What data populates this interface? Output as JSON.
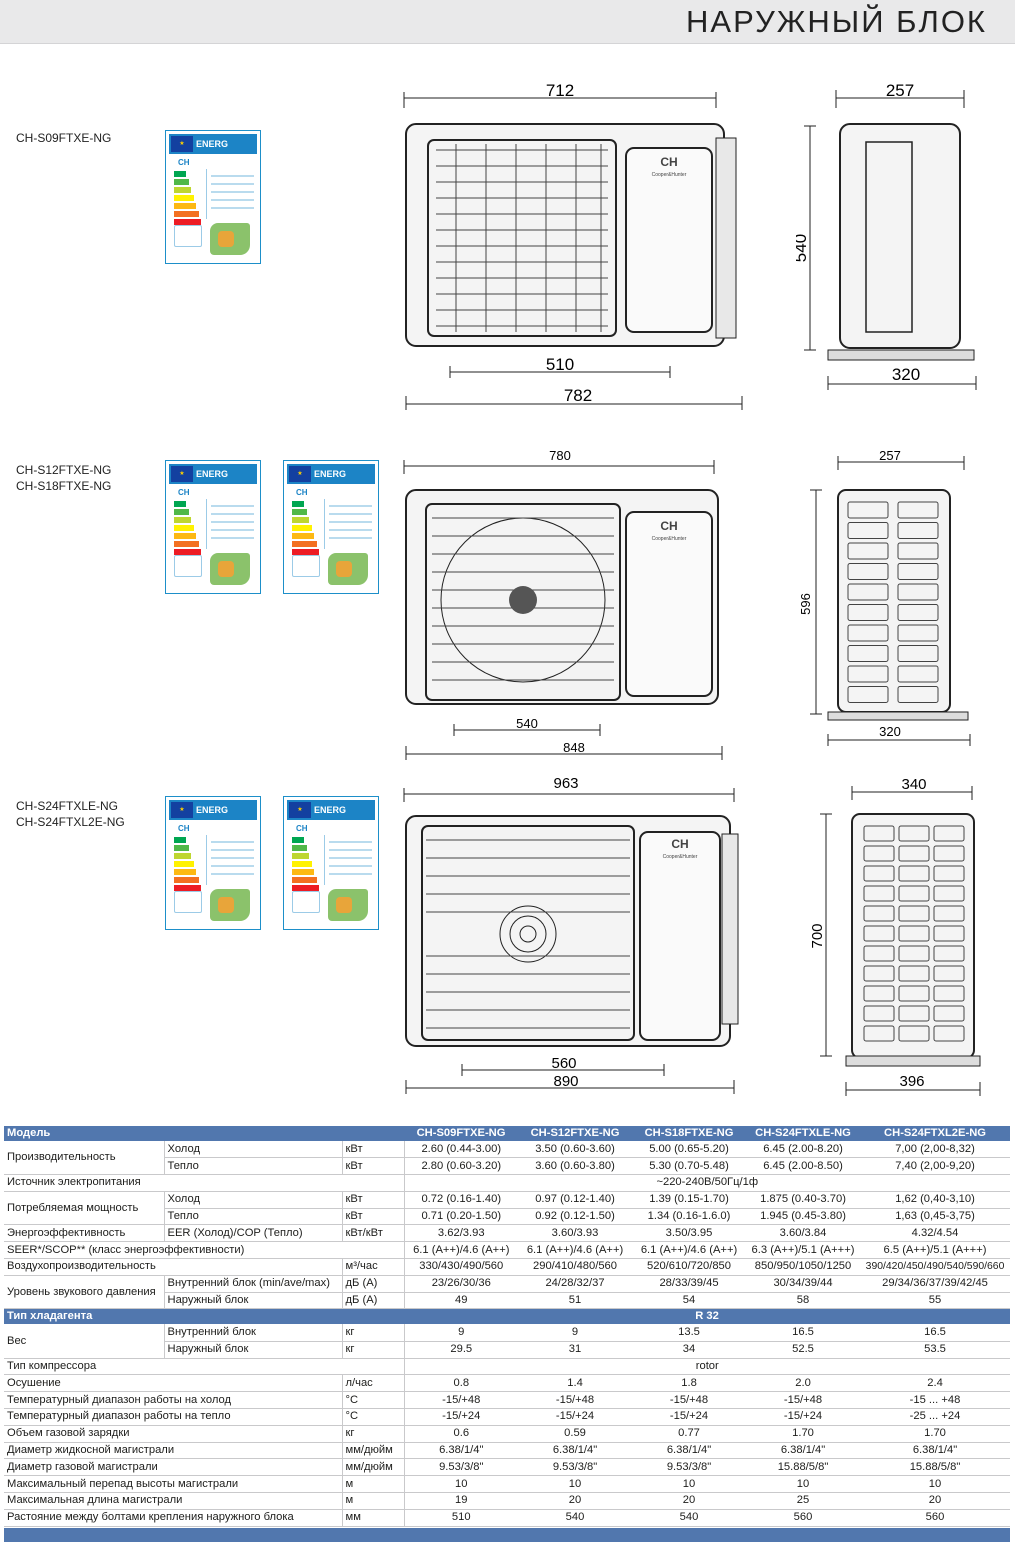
{
  "page": {
    "title": "НАРУЖНЫЙ БЛОК",
    "brand_color": "#5177ae",
    "label_color": "#1c84c6"
  },
  "units": [
    {
      "models": [
        "CH-S09FTXE-NG"
      ],
      "energy_label_count": 1,
      "dims": {
        "width": "712",
        "depth": "257",
        "height": "540",
        "bolt": "510",
        "total": "782",
        "base_depth": "320"
      }
    },
    {
      "models": [
        "CH-S12FTXE-NG",
        "CH-S18FTXE-NG"
      ],
      "energy_label_count": 2,
      "dims": {
        "width": "780",
        "depth": "257",
        "height": "596",
        "bolt": "540",
        "total": "848",
        "base_depth": "320"
      }
    },
    {
      "models": [
        "CH-S24FTXLE-NG",
        "CH-S24FTXL2E-NG"
      ],
      "energy_label_count": 2,
      "dims": {
        "width": "963",
        "depth": "340",
        "height": "700",
        "bolt": "560",
        "total": "890",
        "base_depth": "396"
      }
    }
  ],
  "energy_label": {
    "header": "ENERG",
    "logo": "CH"
  },
  "device_logo": {
    "mark": "CH",
    "sub": "Cooper&Hunter"
  },
  "table": {
    "header": [
      "Модель",
      "CH-S09FTXE-NG",
      "CH-S12FTXE-NG",
      "CH-S18FTXE-NG",
      "CH-S24FTXLE-NG",
      "CH-S24FTXL2E-NG"
    ],
    "cap_label": "Производительность",
    "cap_cold": {
      "sub": "Холод",
      "unit": "кВт",
      "vals": [
        "2.60 (0.44-3.00)",
        "3.50 (0.60-3.60)",
        "5.00 (0.65-5.20)",
        "6.45 (2.00-8.20)",
        "7,00 (2,00-8,32)"
      ]
    },
    "cap_heat": {
      "sub": "Тепло",
      "unit": "кВт",
      "vals": [
        "2.80 (0.60-3.20)",
        "3.60 (0.60-3.80)",
        "5.30 (0.70-5.48)",
        "6.45 (2.00-8.50)",
        "7,40 (2,00-9,20)"
      ]
    },
    "power_source": {
      "label": "Источник электропитания",
      "value": "~220-240В/50Гц/1ф"
    },
    "pwr_label": "Потребляемая мощность",
    "pwr_cold": {
      "sub": "Холод",
      "unit": "кВт",
      "vals": [
        "0.72 (0.16-1.40)",
        "0.97 (0.12-1.40)",
        "1.39 (0.15-1.70)",
        "1.875 (0.40-3.70)",
        "1,62 (0,40-3,10)"
      ]
    },
    "pwr_heat": {
      "sub": "Тепло",
      "unit": "кВт",
      "vals": [
        "0.71 (0.20-1.50)",
        "0.92 (0.12-1.50)",
        "1.34 (0.16-1.6.0)",
        "1.945 (0.45-3.80)",
        "1,63 (0,45-3,75)"
      ]
    },
    "eer": {
      "label": "Энергоэффективность",
      "sub": "EER (Холод)/COP (Тепло)",
      "unit": "кВт/кВт",
      "vals": [
        "3.62/3.93",
        "3.60/3.93",
        "3.50/3.95",
        "3.60/3.84",
        "4.32/4.54"
      ]
    },
    "seer": {
      "label": "SEER*/SCOP** (класс энергоэффективности)",
      "vals": [
        "6.1 (A++)/4.6 (A++)",
        "6.1 (A++)/4.6 (A++)",
        "6.1 (A++)/4.6 (A++)",
        "6.3 (A++)/5.1 (A+++)",
        "6.5 (A++)/5.1 (A+++)"
      ]
    },
    "air": {
      "label": "Воздухопроизводительность",
      "unit": "м³/час",
      "vals": [
        "330/430/490/560",
        "290/410/480/560",
        "520/610/720/850",
        "850/950/1050/1250",
        "390/420/450/490/540/590/660"
      ]
    },
    "snd_label": "Уровень звукового давления",
    "snd_in": {
      "sub": "Внутренний блок (min/ave/max)",
      "unit": "дБ (А)",
      "vals": [
        "23/26/30/36",
        "24/28/32/37",
        "28/33/39/45",
        "30/34/39/44",
        "29/34/36/37/39/42/45"
      ]
    },
    "snd_out": {
      "sub": "Наружный блок",
      "unit": "дБ (А)",
      "vals": [
        "49",
        "51",
        "54",
        "58",
        "55"
      ]
    },
    "refrigerant": {
      "label": "Тип хладагента",
      "value": "R 32"
    },
    "wt_label": "Вес",
    "wt_in": {
      "sub": "Внутренний блок",
      "unit": "кг",
      "vals": [
        "9",
        "9",
        "13.5",
        "16.5",
        "16.5"
      ]
    },
    "wt_out": {
      "sub": "Наружный блок",
      "unit": "кг",
      "vals": [
        "29.5",
        "31",
        "34",
        "52.5",
        "53.5"
      ]
    },
    "compressor": {
      "label": "Тип компрессора",
      "value": "rotor"
    },
    "rows": [
      {
        "label": "Осушение",
        "unit": "л/час",
        "vals": [
          "0.8",
          "1.4",
          "1.8",
          "2.0",
          "2.4"
        ]
      },
      {
        "label": "Температурный диапазон работы на холод",
        "unit": "°С",
        "vals": [
          "-15/+48",
          "-15/+48",
          "-15/+48",
          "-15/+48",
          "-15 ... +48"
        ]
      },
      {
        "label": "Температурный диапазон работы на тепло",
        "unit": "°С",
        "vals": [
          "-15/+24",
          "-15/+24",
          "-15/+24",
          "-15/+24",
          "-25 ... +24"
        ]
      },
      {
        "label": "Объем газовой зарядки",
        "unit": "кг",
        "vals": [
          "0.6",
          "0.59",
          "0.77",
          "1.70",
          "1.70"
        ]
      },
      {
        "label": "Диаметр жидкосной магистрали",
        "unit": "мм/дюйм",
        "vals": [
          "6.38/1/4\"",
          "6.38/1/4\"",
          "6.38/1/4\"",
          "6.38/1/4\"",
          "6.38/1/4\""
        ]
      },
      {
        "label": "Диаметр газовой магистрали",
        "unit": "мм/дюйм",
        "vals": [
          "9.53/3/8\"",
          "9.53/3/8\"",
          "9.53/3/8\"",
          "15.88/5/8\"",
          "15.88/5/8\""
        ]
      },
      {
        "label": "Максимальный перепад высоты магистрали",
        "unit": "м",
        "vals": [
          "10",
          "10",
          "10",
          "10",
          "10"
        ]
      },
      {
        "label": "Максимальная длина магистрали",
        "unit": "м",
        "vals": [
          "19",
          "20",
          "20",
          "25",
          "20"
        ]
      },
      {
        "label": "Растояние между болтами крепления наружного блока",
        "unit": "мм",
        "vals": [
          "510",
          "540",
          "540",
          "560",
          "560"
        ]
      }
    ]
  }
}
